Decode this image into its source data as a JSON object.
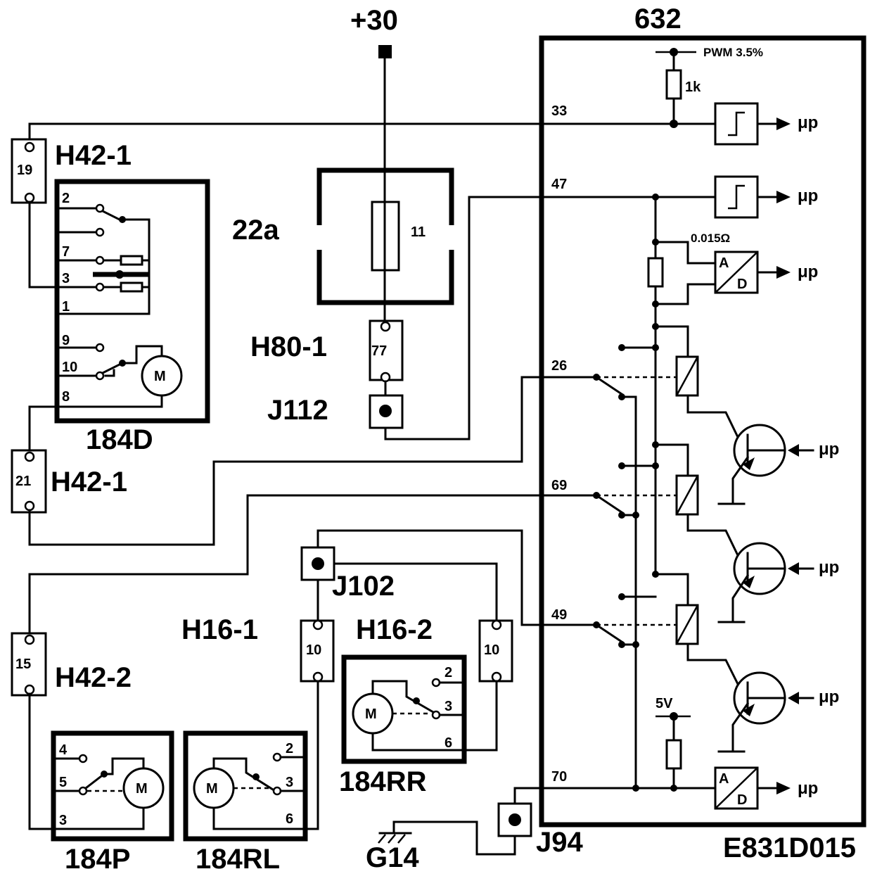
{
  "supply": "+30",
  "ecu": {
    "id": "632",
    "pwm": "PWM 3.5%",
    "r1k": "1k",
    "shunt": "0.015Ω",
    "v5": "5V",
    "up": "μp",
    "ad_a": "A",
    "ad_d": "D",
    "pins": {
      "p33": "33",
      "p47": "47",
      "p26": "26",
      "p69": "69",
      "p49": "49",
      "p70": "70"
    }
  },
  "connectors": {
    "h42_1_top": {
      "label": "H42-1",
      "pin": "19"
    },
    "h42_1_bot": {
      "label": "H42-1",
      "pin": "21"
    },
    "h42_2": {
      "label": "H42-2",
      "pin": "15"
    },
    "h80_1": {
      "label": "H80-1",
      "pin": "77"
    },
    "h16_1": {
      "label": "H16-1",
      "pin": "10"
    },
    "h16_2": {
      "label": "H16-2",
      "pin": "10"
    }
  },
  "fusebox": {
    "label": "22a",
    "fuse": "11"
  },
  "splices": {
    "j112": "J112",
    "j102": "J102",
    "j94": "J94"
  },
  "ground": "G14",
  "units": {
    "u184d": {
      "label": "184D",
      "pins": [
        "2",
        "7",
        "3",
        "1",
        "9",
        "10",
        "8"
      ],
      "motor": "M"
    },
    "u184p": {
      "label": "184P",
      "pins": [
        "4",
        "5",
        "3"
      ],
      "motor": "M"
    },
    "u184rl": {
      "label": "184RL",
      "pins": [
        "2",
        "3",
        "6"
      ],
      "motor": "M"
    },
    "u184rr": {
      "label": "184RR",
      "pins": [
        "2",
        "3",
        "6"
      ],
      "motor": "M"
    }
  },
  "drawing_id": "E831D015"
}
